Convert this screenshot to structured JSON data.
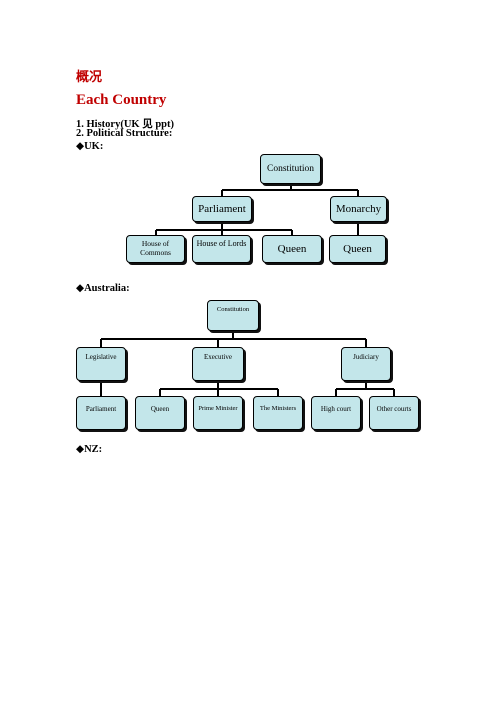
{
  "doc": {
    "heading_cn": "概况",
    "heading_en": "Each Country",
    "item1": "1. History(UK  见 ppt)",
    "item2": "2. Political Structure:",
    "uk_label": "◆UK:",
    "au_label": "◆Australia:",
    "nz_label": "◆NZ:"
  },
  "uk_chart": {
    "root": "Constitution",
    "parliament": "Parliament",
    "monarchy": "Monarchy",
    "house_of_commons": "House of Commons",
    "house_of_lords": "House of Lords",
    "queen_1": "Queen",
    "queen_2": "Queen"
  },
  "au_chart": {
    "root": "Constitution",
    "legislative": "Legislative",
    "executive": "Executive",
    "judiciary": "Judiciary",
    "parliament": "Parliament",
    "queen": "Queen",
    "prime_minister": "Prime Minister",
    "the_ministers": "The Ministers",
    "high_court": "High court",
    "other_courts": "Other courts"
  }
}
